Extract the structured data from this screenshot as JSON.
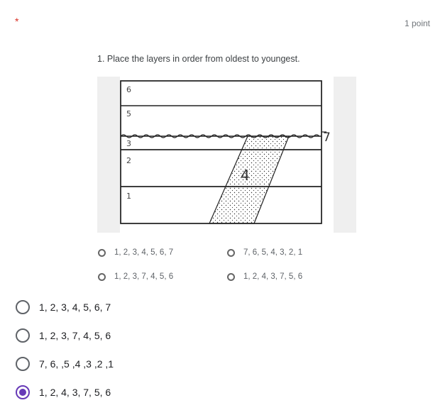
{
  "question": {
    "required_marker": "*",
    "points": "1 point",
    "image": {
      "text": "1. Place the layers in order from oldest to youngest.",
      "diagram_labels": [
        "6",
        "5",
        "3",
        "2",
        "1",
        "4",
        "7"
      ],
      "options": [
        "1, 2, 3, 4, 5, 6, 7",
        "7, 6, 5, 4, 3, 2, 1",
        "1, 2, 3, 7, 4, 5, 6",
        "1, 2, 4, 3, 7, 5, 6"
      ]
    },
    "choices": [
      {
        "label": "1, 2, 3, 4, 5, 6, 7",
        "selected": false
      },
      {
        "label": "1, 2, 3, 7, 4, 5, 6",
        "selected": false
      },
      {
        "label": "7, 6, ,5 ,4 ,3 ,2 ,1",
        "selected": false
      },
      {
        "label": "1, 2, 4, 3, 7, 5, 6",
        "selected": true
      }
    ],
    "accent_color": "#673ab7"
  }
}
